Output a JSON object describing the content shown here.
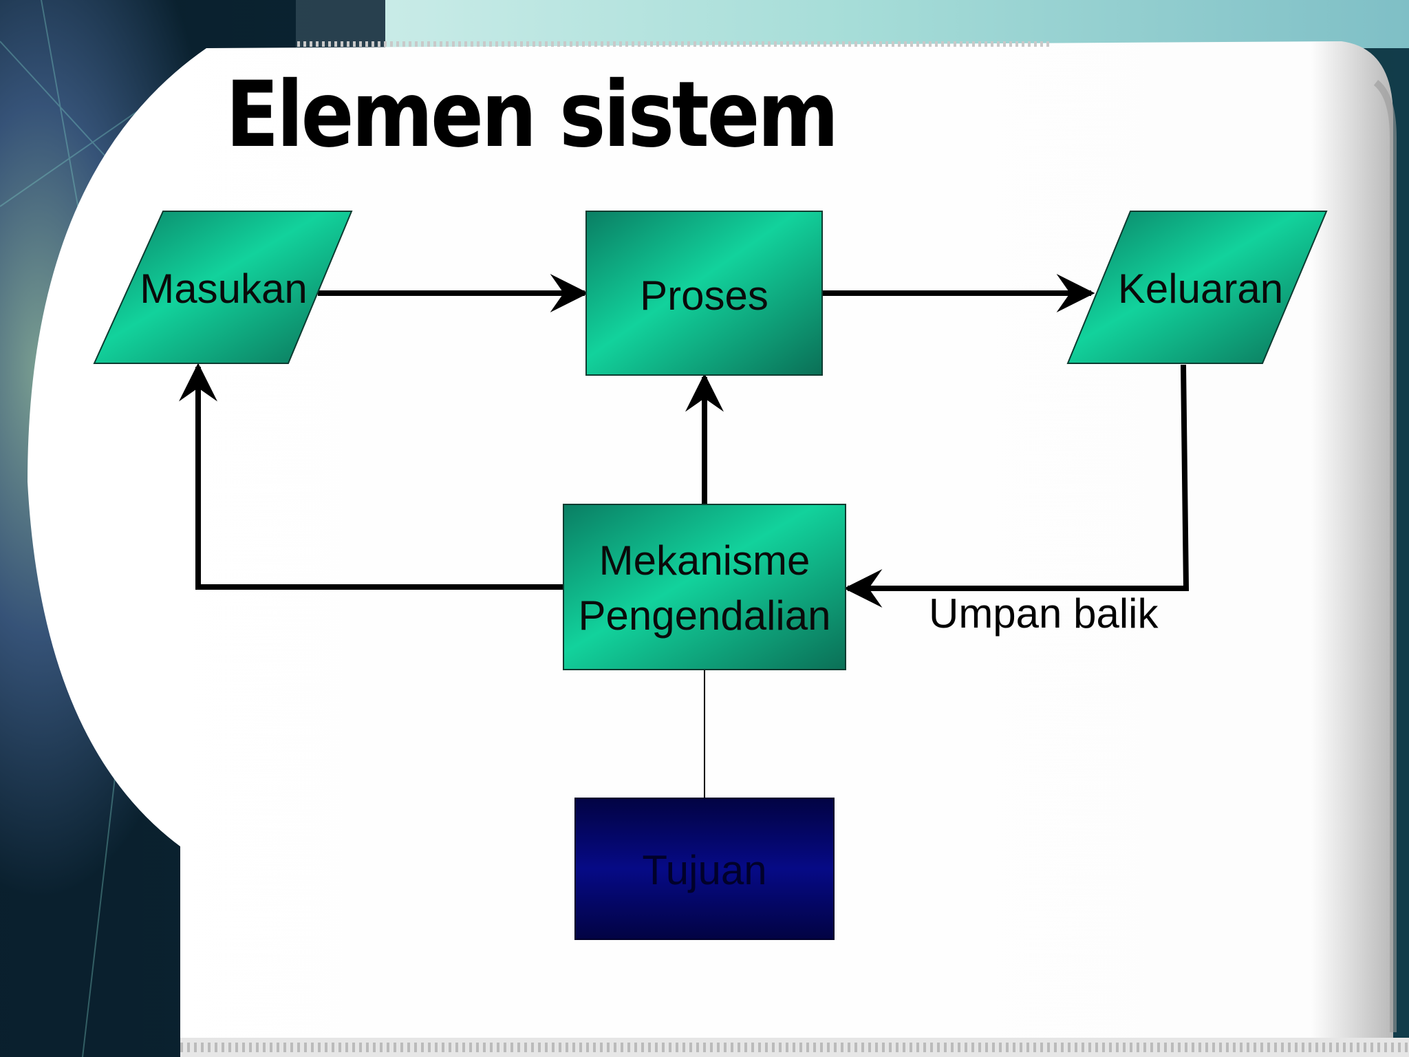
{
  "slide": {
    "title": "Elemen sistem"
  },
  "diagram": {
    "nodes": {
      "masukan": {
        "label": "Masukan",
        "shape": "parallelogram"
      },
      "proses": {
        "label": "Proses",
        "shape": "rectangle"
      },
      "keluaran": {
        "label": "Keluaran",
        "shape": "parallelogram"
      },
      "mekanisme": {
        "label": "Mekanisme\nPengendalian",
        "shape": "rectangle"
      },
      "tujuan": {
        "label": "Tujuan",
        "shape": "rectangle"
      }
    },
    "edges": [
      {
        "from": "masukan",
        "to": "proses",
        "arrow": true
      },
      {
        "from": "proses",
        "to": "keluaran",
        "arrow": true
      },
      {
        "from": "keluaran",
        "to": "mekanisme",
        "arrow": true,
        "label": "Umpan balik"
      },
      {
        "from": "mekanisme",
        "to": "proses",
        "arrow": true
      },
      {
        "from": "mekanisme",
        "to": "masukan",
        "arrow": true
      },
      {
        "from": "tujuan",
        "to": "mekanisme",
        "arrow": false
      }
    ],
    "colors": {
      "node_fill": "#0fae85",
      "node_fill_light": "#12d29c",
      "node_fill_dark": "#0a7359",
      "goal_fill": "#060a86",
      "goal_fill_dark": "#020343",
      "connector": "#000000"
    }
  }
}
